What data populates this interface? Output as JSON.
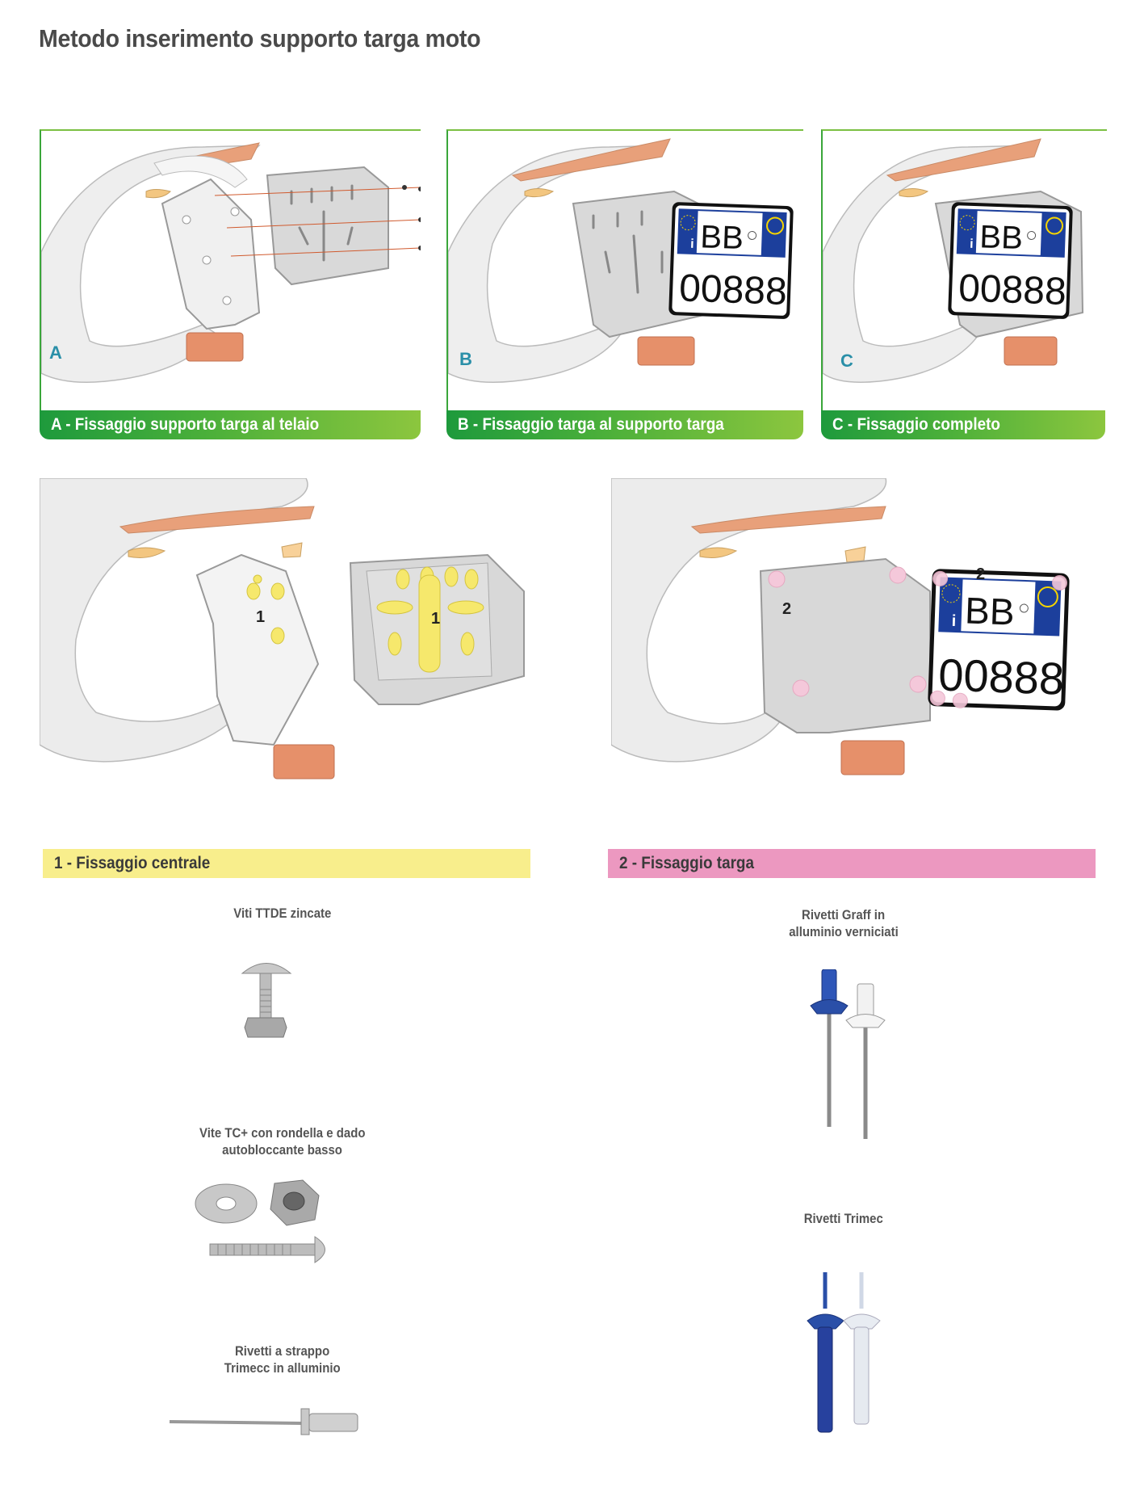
{
  "page_title": "Metodo inserimento supporto targa moto",
  "panels": [
    {
      "letter": "A",
      "caption": "A - Fissaggio supporto targa al telaio"
    },
    {
      "letter": "B",
      "caption": "B - Fissaggio targa al supporto targa"
    },
    {
      "letter": "C",
      "caption": "C - Fissaggio completo"
    }
  ],
  "plate": {
    "top_text": "BB",
    "bottom_text": "00888",
    "prefix": "i"
  },
  "detail_left": {
    "marker_frame": "1",
    "marker_support": "1"
  },
  "detail_right": {
    "marker_support": "2",
    "marker_plate": "2"
  },
  "sections": [
    {
      "title": "1 - Fissaggio centrale",
      "color": "#f8ee8c",
      "items": [
        {
          "label_1": "Viti TTDE zincate",
          "label_2": ""
        },
        {
          "label_1": "Vite TC+ con rondella e dado",
          "label_2": "autobloccante basso"
        },
        {
          "label_1": "Rivetti a strappo",
          "label_2": "Trimecc in alluminio"
        }
      ]
    },
    {
      "title": "2 - Fissaggio targa",
      "color": "#ec98c0",
      "items": [
        {
          "label_1": "Rivetti Graff in",
          "label_2": "alluminio verniciati"
        },
        {
          "label_1": "Rivetti Trimec",
          "label_2": ""
        }
      ]
    }
  ],
  "colors": {
    "green_dark": "#1e9a3c",
    "green_light": "#8cc63e",
    "letter_blue": "#2a8fa8",
    "plate_blue": "#1c3f9c"
  }
}
